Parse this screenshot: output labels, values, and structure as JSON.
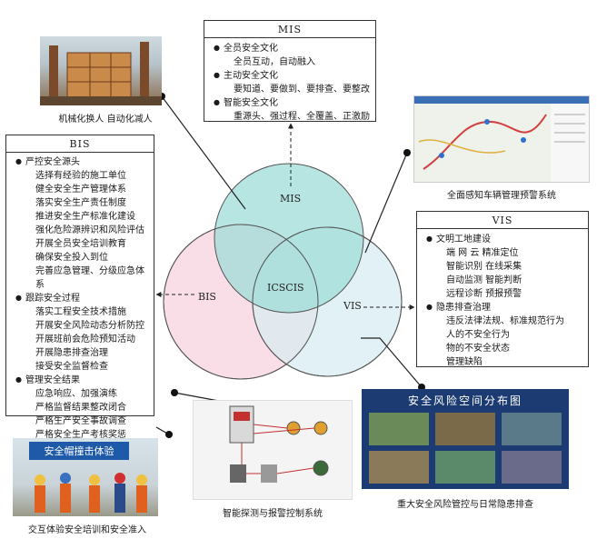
{
  "diagram": {
    "circles": [
      {
        "id": "mis",
        "label": "MIS",
        "color": "#9fdcd8"
      },
      {
        "id": "bis",
        "label": "BIS",
        "color": "#f7d2df"
      },
      {
        "id": "vis",
        "label": "VIS",
        "color": "#d8ecf2"
      }
    ],
    "center_label": "ICSCIS"
  },
  "mis_box": {
    "title": "MIS",
    "groups": [
      {
        "head": "全员安全文化",
        "items": [
          "全员互动，自动融入"
        ]
      },
      {
        "head": "主动安全文化",
        "items": [
          "要知道、要做到、要排查、要整改"
        ]
      },
      {
        "head": "智能安全文化",
        "items": [
          "重源头、强过程、全覆盖、正激励"
        ]
      }
    ]
  },
  "bis_box": {
    "title": "BIS",
    "groups": [
      {
        "head": "严控安全源头",
        "items": [
          "选择有经验的施工单位",
          "健全安全生产管理体系",
          "落实安全生产责任制度",
          "推进安全生产标准化建设",
          "强化危险源辨识和风险评估",
          "开展全员安全培训教育",
          "确保安全投入到位",
          "完善应急管理、分级应急体系"
        ]
      },
      {
        "head": "跟踪安全过程",
        "items": [
          "落实工程安全技术措施",
          "开展安全风险动态分析防控",
          "开展班前会危险预知活动",
          "开展隐患排查治理",
          "接受安全监督检查"
        ]
      },
      {
        "head": "管理安全结果",
        "items": [
          "应急响应、加强演练",
          "严格监督结果整改闭合",
          "严格生产安全事故调查",
          "严格安全生产考核奖惩"
        ]
      }
    ]
  },
  "vis_box": {
    "title": "VIS",
    "groups": [
      {
        "head": "文明工地建设",
        "items": [
          "端 网 云 精准定位",
          "智能识别 在线采集",
          "自动监测 智能判断",
          "远程诊断 预报预警"
        ]
      },
      {
        "head": "隐患排查治理",
        "items": [
          "违反法律法规、标准规范行为",
          "人的不安全行为",
          "物的不安全状态",
          "管理缺陷"
        ]
      }
    ]
  },
  "photos": {
    "machine": {
      "caption": "机械化换人 自动化减人"
    },
    "vehicle": {
      "caption": "全面感知车辆管理预警系统"
    },
    "detect": {
      "caption": "智能探测与报警控制系统"
    },
    "risk": {
      "caption": "重大安全风险管控与日常隐患排查",
      "banner": "安全风险空间分布图"
    },
    "training": {
      "caption": "交互体验安全培训和安全准入",
      "banner": "安全帽撞击体验"
    }
  }
}
